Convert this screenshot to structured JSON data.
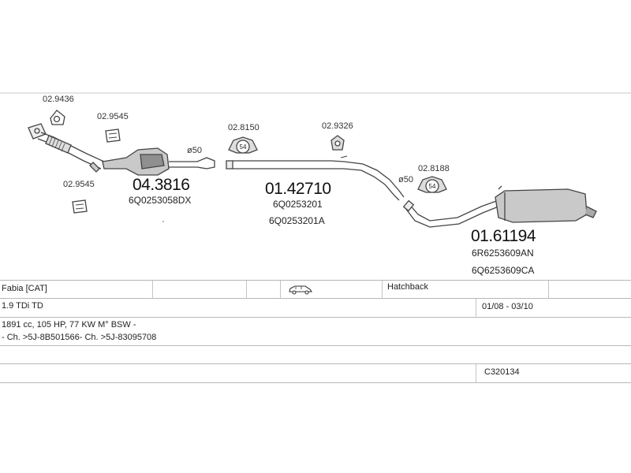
{
  "parts": {
    "p1": "02.9436",
    "p2": "02.9545",
    "p3": "02.9545",
    "p4": "02.8150",
    "p5": "02.9326",
    "p6": "02.8188",
    "diam1": "ø50",
    "diam2": "ø50",
    "clamp1": "54",
    "clamp2": "54"
  },
  "sections": {
    "front_number": "04.3816",
    "front_code": "6Q0253058DX",
    "middle_number": "01.42710",
    "middle_code1": "6Q0253201",
    "middle_code2": "6Q0253201A",
    "rear_number": "01.61194",
    "rear_code1": "6R6253609AN",
    "rear_code2": "6Q6253609CA"
  },
  "table": {
    "model": "Fabia  [CAT]",
    "body_type": "Hatchback",
    "engine": "1.9 TDi TD",
    "years": "01/08 - 03/10",
    "specs": "1891 cc, 105 HP, 77 KW M° BSW -",
    "chassis": "- Ch. >5J-8B501566- Ch. >5J-83095708",
    "ref": "C320134"
  },
  "colors": {
    "line": "#444444",
    "grid": "#b8b8b8"
  },
  "icons": {
    "car": "car-icon"
  }
}
